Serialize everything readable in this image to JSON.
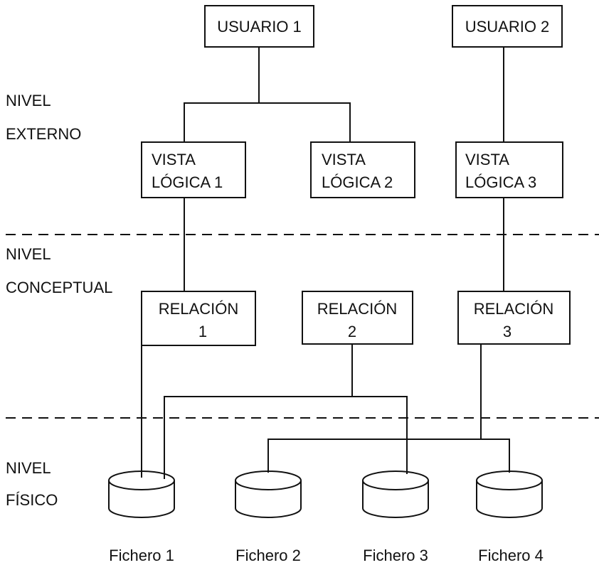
{
  "levels": {
    "external": {
      "line1": "NIVEL",
      "line2": "EXTERNO"
    },
    "conceptual": {
      "line1": "NIVEL",
      "line2": "CONCEPTUAL"
    },
    "physical": {
      "line1": "NIVEL",
      "line2": "FÍSICO"
    }
  },
  "users": [
    {
      "label": "USUARIO 1"
    },
    {
      "label": "USUARIO 2"
    }
  ],
  "logical_views": [
    {
      "line1": "VISTA",
      "line2": "LÓGICA 1"
    },
    {
      "line1": "VISTA",
      "line2": "LÓGICA 2"
    },
    {
      "line1": "VISTA",
      "line2": "LÓGICA 3"
    }
  ],
  "relations": [
    {
      "line1": "RELACIÓN",
      "line2": "1"
    },
    {
      "line1": "RELACIÓN",
      "line2": "2"
    },
    {
      "line1": "RELACIÓN",
      "line2": "3"
    }
  ],
  "files": [
    {
      "label": "Fichero 1"
    },
    {
      "label": "Fichero 2"
    },
    {
      "label": "Fichero 3"
    },
    {
      "label": "Fichero 4"
    }
  ],
  "colors": {
    "stroke": "#111111",
    "background": "#ffffff"
  }
}
